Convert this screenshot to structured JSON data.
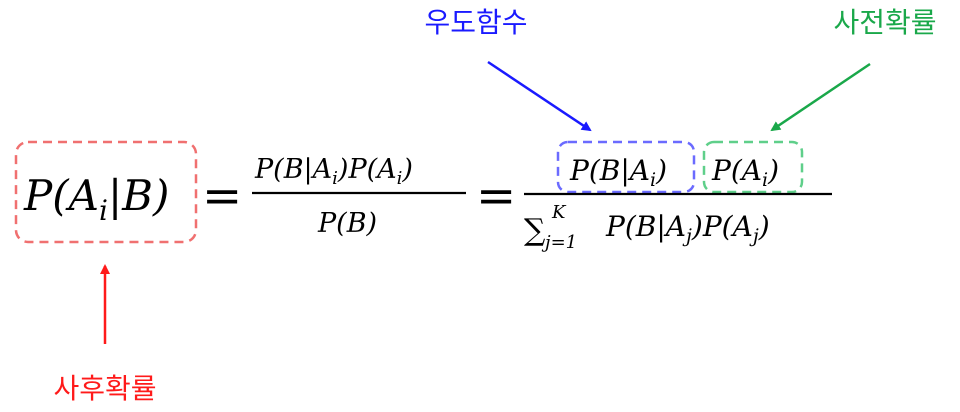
{
  "labels": {
    "likelihood": "우도함수",
    "prior": "사전확률",
    "posterior": "사후확률"
  },
  "colors": {
    "likelihood": "#1a1aff",
    "likelihood_box": "#6b6bff",
    "prior": "#1aa84a",
    "prior_box": "#5fcf8a",
    "posterior": "#ff1a1a",
    "posterior_box": "#f07070"
  },
  "formula": {
    "lhs": "P(A",
    "lhs_sub": "i",
    "lhs_tail": "|B)",
    "eq": "=",
    "frac1_num": "P(B|A",
    "frac1_num_sub": "i",
    "frac1_num_mid": ")P(A",
    "frac1_num_sub2": "i",
    "frac1_num_tail": ")",
    "frac1_den": "P(B)",
    "frac2_num_a": "P(B|A",
    "frac2_num_a_sub": "i",
    "frac2_num_a_tail": ")",
    "frac2_num_b": "P(A",
    "frac2_num_b_sub": "i",
    "frac2_num_b_tail": ")",
    "sigma": "∑",
    "sigma_sup": "K",
    "sigma_sub": "j=1",
    "frac2_den": "P(B|A",
    "frac2_den_sub": "j",
    "frac2_den_mid": ")P(A",
    "frac2_den_sub2": "j",
    "frac2_den_tail": ")"
  }
}
